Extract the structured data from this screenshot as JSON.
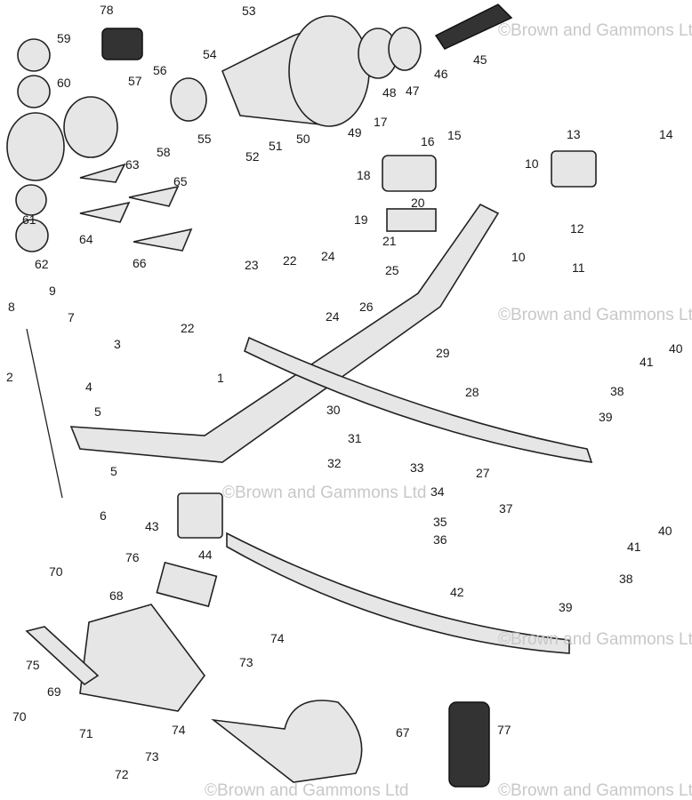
{
  "watermark": "©Brown and Gammons Ltd",
  "part_labels": [
    "78",
    "53",
    "59",
    "60",
    "57",
    "56",
    "54",
    "55",
    "58",
    "52",
    "51",
    "50",
    "49",
    "48",
    "47",
    "46",
    "45",
    "15",
    "17",
    "16",
    "18",
    "20",
    "19",
    "21",
    "13",
    "14",
    "10",
    "12",
    "10",
    "11",
    "63",
    "65",
    "61",
    "64",
    "62",
    "66",
    "23",
    "22",
    "24",
    "25",
    "26",
    "24",
    "22",
    "9",
    "8",
    "7",
    "3",
    "2",
    "4",
    "5",
    "1",
    "29",
    "28",
    "30",
    "31",
    "27",
    "32",
    "33",
    "40",
    "41",
    "38",
    "39",
    "5",
    "6",
    "43",
    "44",
    "34",
    "35",
    "37",
    "36",
    "76",
    "70",
    "68",
    "42",
    "41",
    "40",
    "38",
    "39",
    "74",
    "73",
    "75",
    "69",
    "70",
    "71",
    "74",
    "73",
    "72",
    "67",
    "77"
  ],
  "colors": {
    "ink": "#1a1a1a",
    "watermark": "#c8c8c8",
    "part_fill": "#e6e6e6"
  }
}
